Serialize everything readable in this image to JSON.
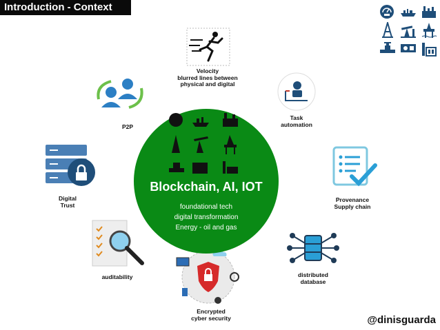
{
  "header": {
    "title": "Introduction - Context"
  },
  "center": {
    "title": "Blockchain, AI, IOT",
    "lines": [
      "foundational tech",
      "digital transformation",
      "Energy - oil and gas"
    ],
    "color": "#0a8a15"
  },
  "nodes": {
    "velocity": {
      "line1": "Velocity",
      "line2": "blurred lines between",
      "line3": "physical and digital"
    },
    "p2p": {
      "label": "P2P"
    },
    "task": {
      "line1": "Task",
      "line2": "automation"
    },
    "digital_trust": {
      "line1": "Digital",
      "line2": "Trust"
    },
    "provenance": {
      "line1": "Provenance",
      "line2": "Supply chain"
    },
    "auditability": {
      "label": "auditability"
    },
    "distributed": {
      "line1": "distributed",
      "line2": "database"
    },
    "security": {
      "line1": "Encrypted",
      "line2": "cyber security"
    }
  },
  "footer": {
    "handle": "@dinisguarda"
  },
  "icons": {
    "top_right_grid": [
      "gas-gauge-icon",
      "oil-tanker-icon",
      "refinery-icon",
      "oil-rig-icon",
      "pumpjack-icon",
      "offshore-platform-icon",
      "pipeline-valve-icon",
      "fuel-truck-icon",
      "storage-plant-icon"
    ],
    "velocity": "running-figure-icon",
    "p2p": "people-exchange-icon",
    "task": "robot-hand-icon",
    "digital_trust": "server-lock-icon",
    "provenance": "checklist-icon",
    "auditability": "document-magnifier-icon",
    "distributed": "network-database-icon",
    "security": "shield-lock-icon"
  }
}
